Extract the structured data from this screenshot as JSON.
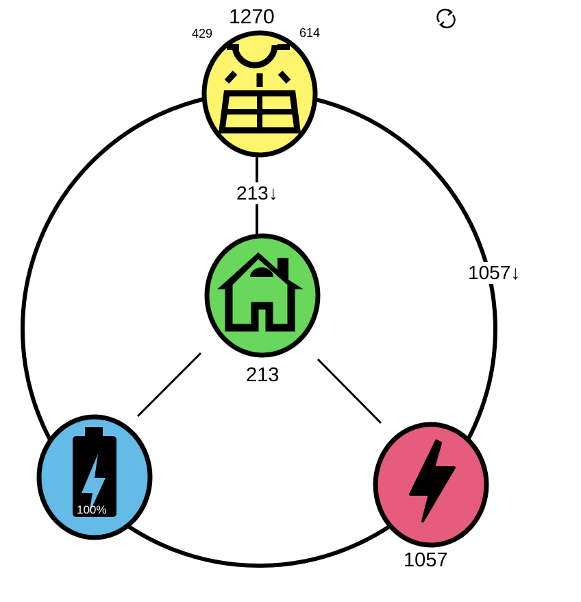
{
  "colors": {
    "solar": "#fdf56b",
    "home": "#68d75b",
    "battery": "#64bbe8",
    "grid": "#e65c7d",
    "stroke": "#000000",
    "background": "#ffffff"
  },
  "toolbar": {
    "refresh_icon": "refresh-icon"
  },
  "nodes": {
    "solar": {
      "icon": "solar-panel-icon",
      "total": "1270",
      "left_value": "429",
      "right_value": "614"
    },
    "home": {
      "icon": "house-icon",
      "value": "213"
    },
    "battery": {
      "icon": "battery-charging-icon",
      "percent": "100%"
    },
    "grid": {
      "icon": "lightning-bolt-icon",
      "value": "1057"
    }
  },
  "flows": {
    "solar_to_home": "213↓",
    "solar_to_grid": "1057↓"
  }
}
